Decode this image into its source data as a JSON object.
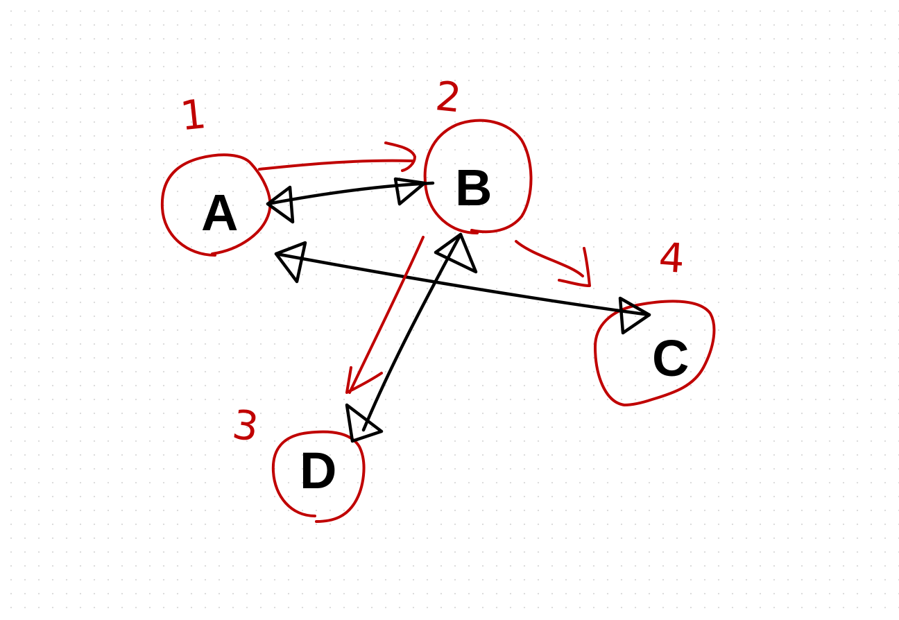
{
  "colors": {
    "accent": "#c00000",
    "ink": "#000000",
    "background": "#ffffff",
    "grid_dots": "#dcdcdc"
  },
  "nodes": [
    {
      "id": "a",
      "label": "A",
      "order": "1"
    },
    {
      "id": "b",
      "label": "B",
      "order": "2"
    },
    {
      "id": "c",
      "label": "C",
      "order": "4"
    },
    {
      "id": "d",
      "label": "D",
      "order": "3"
    }
  ],
  "edges": {
    "bidirectional": [
      {
        "from": "A",
        "to": "B"
      },
      {
        "from": "A",
        "to": "C"
      },
      {
        "from": "B",
        "to": "D"
      }
    ],
    "traversal": [
      {
        "from": "A",
        "to": "B"
      },
      {
        "from": "B",
        "to": "D"
      },
      {
        "from": "B",
        "to": "C"
      }
    ]
  }
}
